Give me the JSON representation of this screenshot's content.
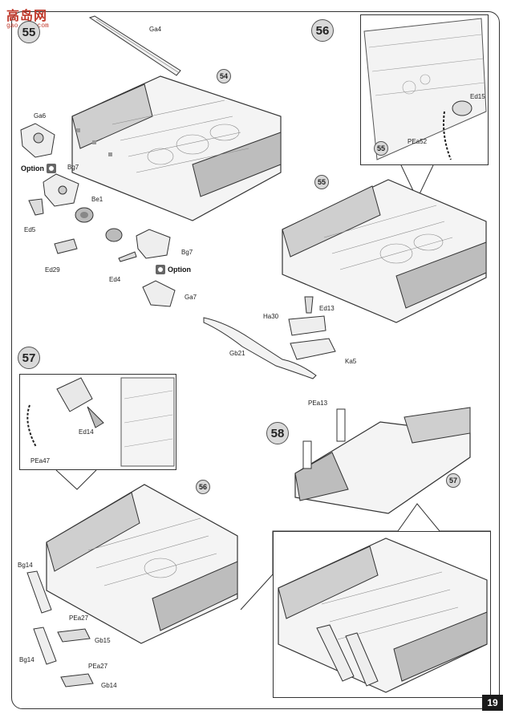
{
  "watermark": {
    "text": "高岛网",
    "url": "gao.tao.com"
  },
  "steps": {
    "s55": "55",
    "s56": "56",
    "s57": "57",
    "s58": "58"
  },
  "refs": {
    "r54": "54",
    "r55": "55",
    "r55b": "55",
    "r56": "56",
    "r57": "57"
  },
  "parts": {
    "ga4": "Ga4",
    "ga6": "Ga6",
    "bg7a": "Bg7",
    "bg7b": "Bg7",
    "be1": "Be1",
    "ed5": "Ed5",
    "ed29": "Ed29",
    "ed4": "Ed4",
    "ga7": "Ga7",
    "ed15": "Ed15",
    "pea52": "PEa52",
    "ed13": "Ed13",
    "ha30": "Ha30",
    "gb21": "Gb21",
    "ka5": "Ka5",
    "ed14": "Ed14",
    "pea47": "PEa47",
    "pea13": "PEa13",
    "bg14a": "Bg14",
    "bg14b": "Bg14",
    "pea27a": "PEa27",
    "pea27b": "PEa27",
    "gb15": "Gb15",
    "gb14": "Gb14"
  },
  "option_label_1": "Option",
  "option_label_2": "Option",
  "page_number": "19"
}
